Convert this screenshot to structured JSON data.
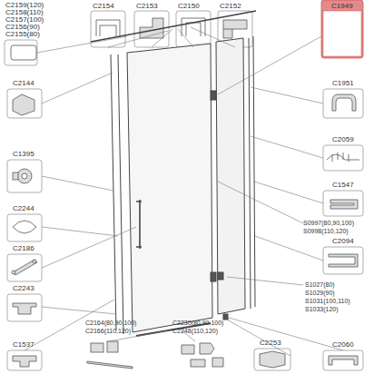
{
  "diagram": {
    "labels": [
      "C2159(120)",
      "C2158(110)",
      "C2157(100)",
      "C2156(90)",
      "C2155(80)",
      "C2154",
      "C2153",
      "C2150",
      "C2152",
      "C1949",
      "C2144",
      "C1951",
      "C1395",
      "C2059",
      "C2244",
      "C1547",
      "C2186",
      "S0997(80,90,100)",
      "S0998(110,120)",
      "C2094",
      "C2243",
      "S1027(80)",
      "S1029(90)",
      "S1031(100,110)",
      "S1033(120)",
      "C1537",
      "C2164(80,90,100)",
      "C2166(110,120)",
      "C2230(80,90,100)",
      "C2248(110,120)",
      "C2253",
      "C2060"
    ]
  }
}
